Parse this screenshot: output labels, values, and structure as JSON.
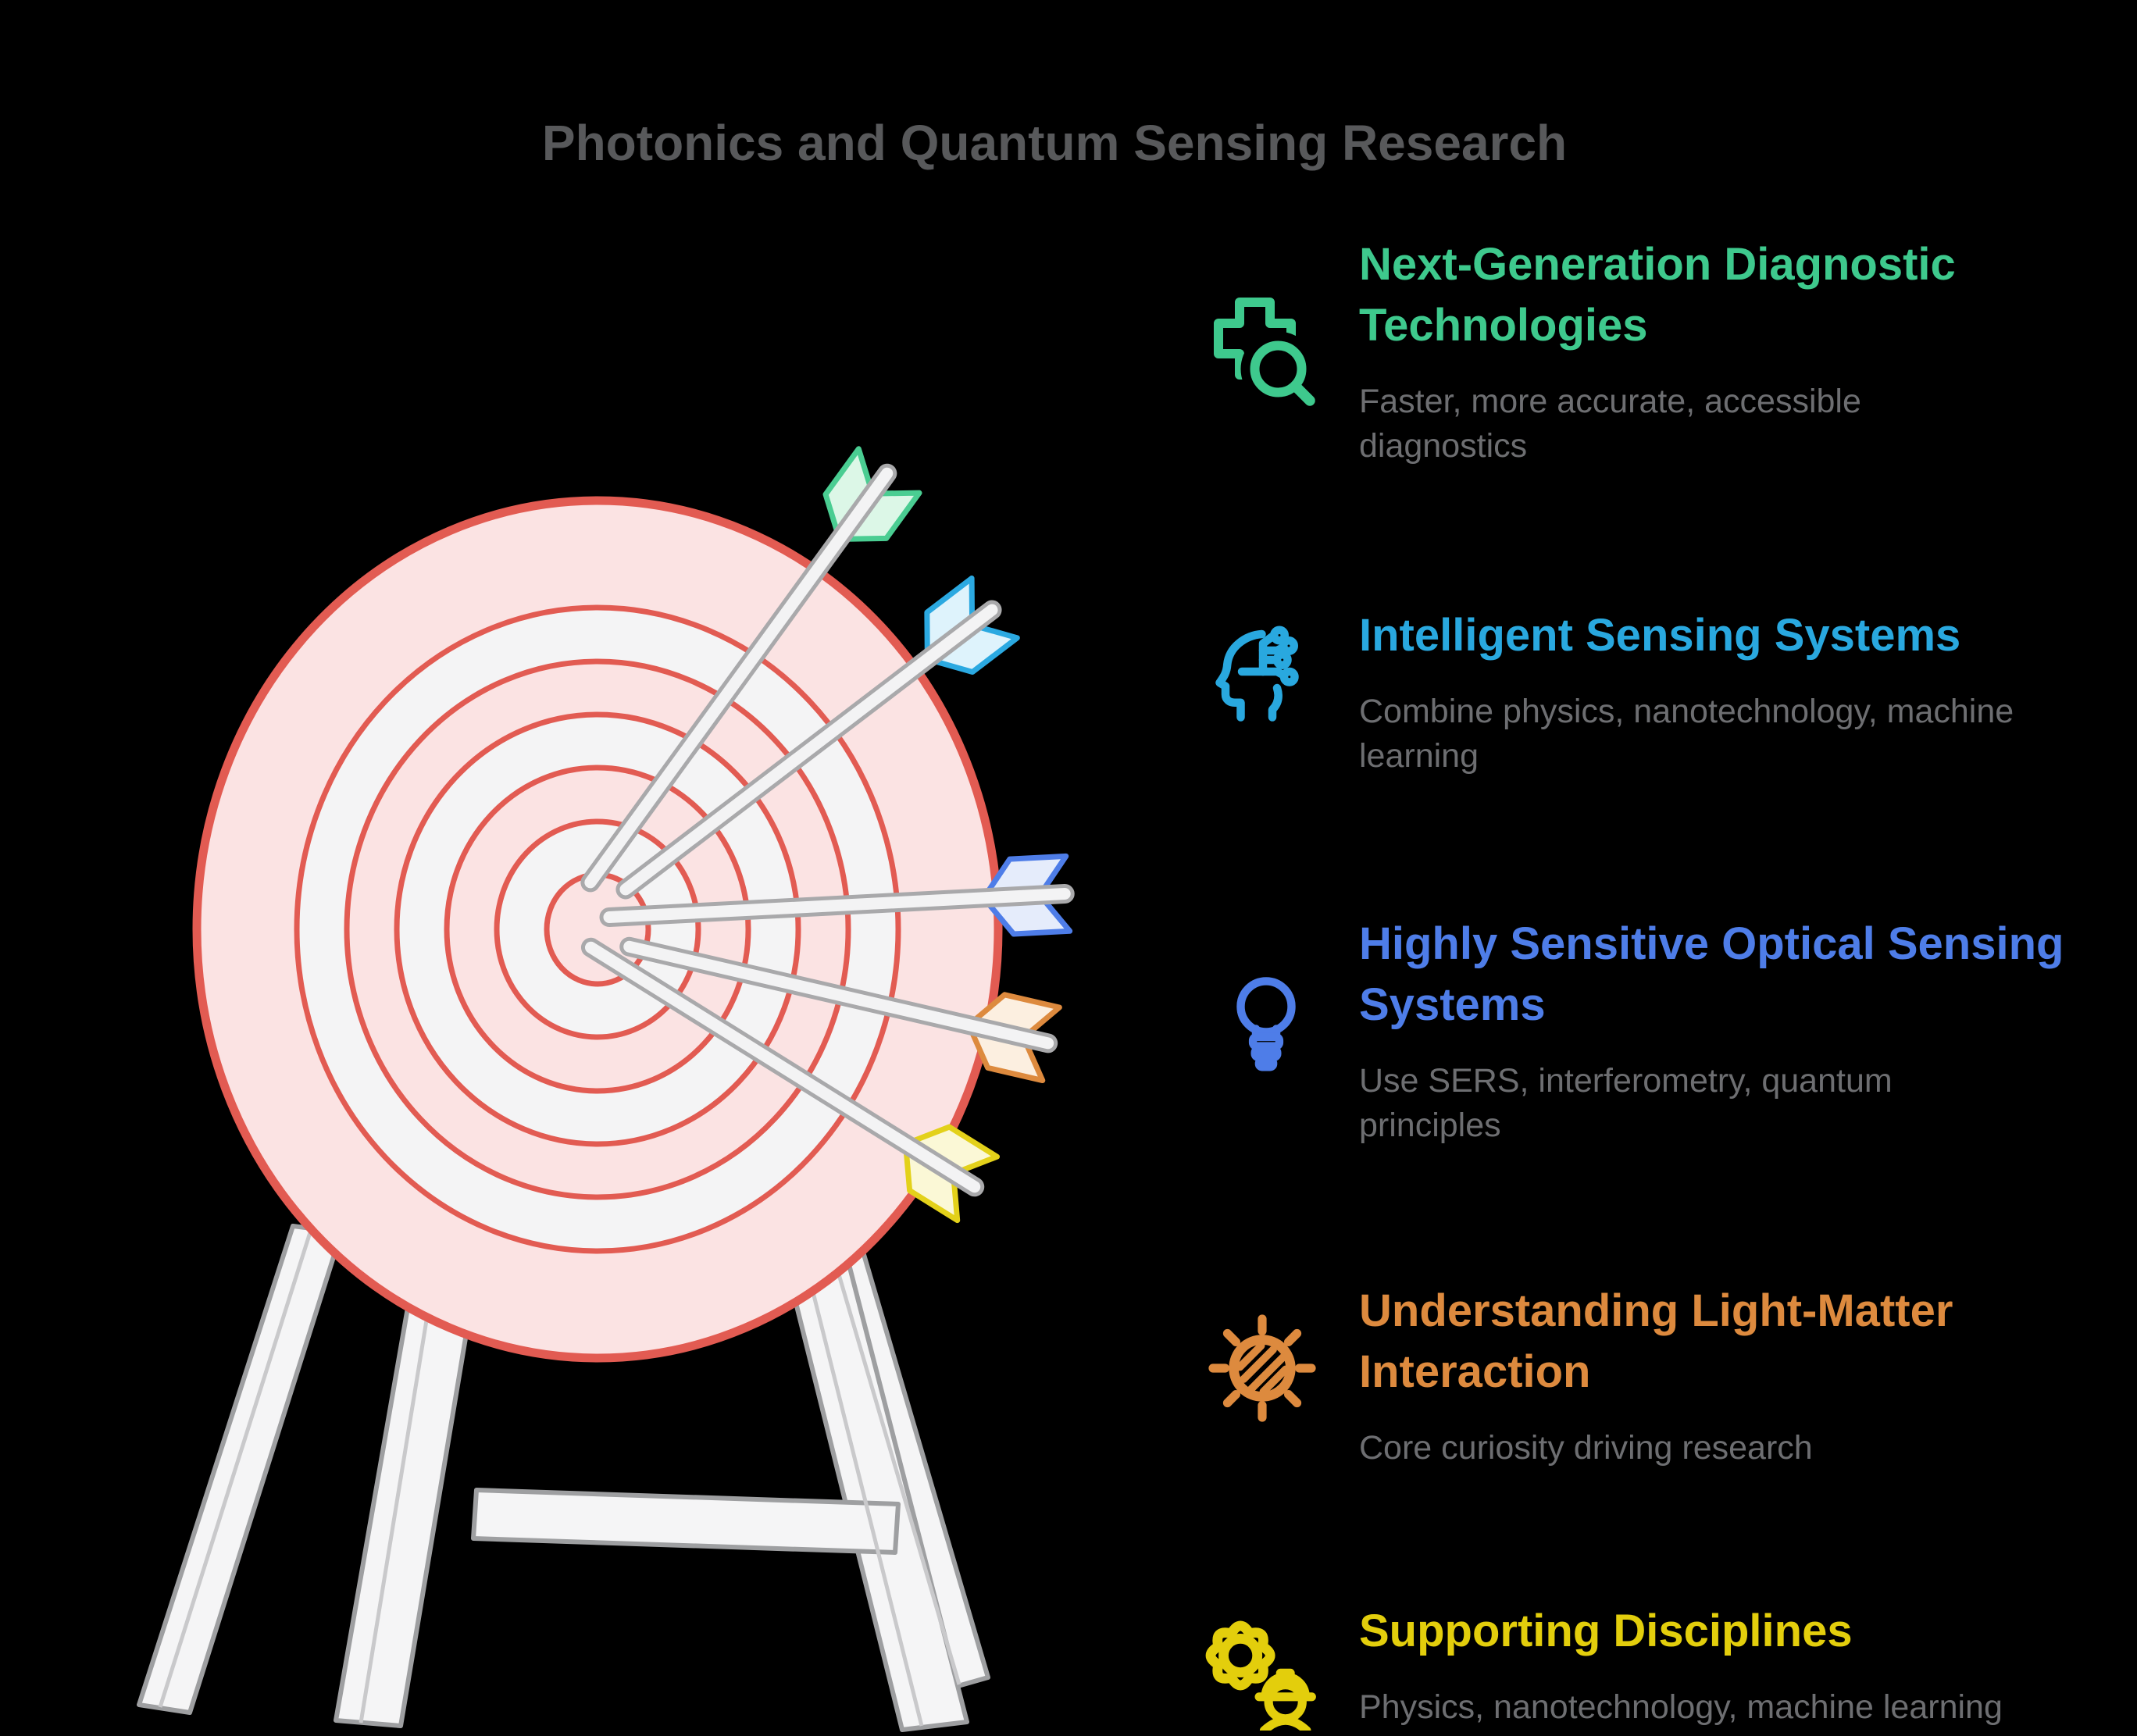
{
  "title": "Photonics and Quantum Sensing Research",
  "items": [
    {
      "id": "next-gen-diagnostics",
      "icon": "medical-cross-search-icon",
      "accent_color": "#3EC98D",
      "heading": "Next-Generation Diagnostic Technologies",
      "subtitle": "Faster, more accurate, accessible diagnostics"
    },
    {
      "id": "intelligent-sensing",
      "icon": "ai-head-circuit-icon",
      "accent_color": "#29A8DF",
      "heading": "Intelligent Sensing Systems",
      "subtitle": "Combine physics, nanotechnology, machine learning"
    },
    {
      "id": "optical-sensing",
      "icon": "lightbulb-icon",
      "accent_color": "#4E7DE8",
      "heading": "Highly Sensitive Optical Sensing Systems",
      "subtitle": "Use SERS, interferometry, quantum principles"
    },
    {
      "id": "light-matter-interaction",
      "icon": "sun-hatched-icon",
      "accent_color": "#DD8A3E",
      "heading": "Understanding Light-Matter Interaction",
      "subtitle": "Core curiosity driving research"
    },
    {
      "id": "supporting-disciplines",
      "icon": "gear-engineer-icon",
      "accent_color": "#E3CE0C",
      "heading": "Supporting Disciplines",
      "subtitle": "Physics, nanotechnology, machine learning"
    }
  ],
  "illustration": {
    "description": "archery target on wooden easel stand with five arrows in the bull's-eye",
    "target_ring_stroke": "#E25B52",
    "target_ring_fill_pink": "#FBE3E3",
    "target_ring_fill_white": "#F4F4F5",
    "stand_fill": "#F5F5F6",
    "stand_stroke": "#9E9FA1",
    "arrow_shaft_fill": "#F3F3F4",
    "arrow_shaft_stroke": "#A9A9AB",
    "arrow_fletching_colors": [
      {
        "name": "green",
        "fill": "#DCF7E7",
        "stroke": "#4ACD92"
      },
      {
        "name": "cyan",
        "fill": "#DEF3FC",
        "stroke": "#2BA9E1"
      },
      {
        "name": "blue",
        "fill": "#E5ECFB",
        "stroke": "#4E7DE8"
      },
      {
        "name": "orange",
        "fill": "#FCEFE0",
        "stroke": "#DD8A3E"
      },
      {
        "name": "yellow",
        "fill": "#FBF8D6",
        "stroke": "#E3D11A"
      }
    ],
    "background_color": "#000000"
  }
}
